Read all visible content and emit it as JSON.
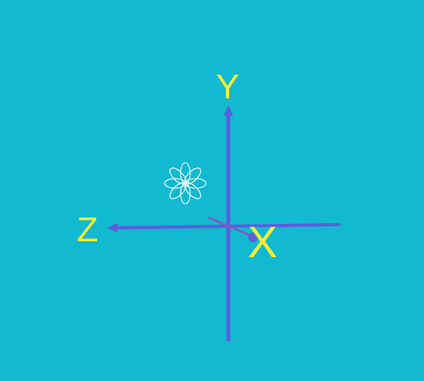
{
  "colors": {
    "background": "#13b9d0",
    "axis": "#5b5fdc",
    "x_axis_stub": "#7a5fc8",
    "label": "#f2ee3b",
    "flower": "#ffffff"
  },
  "axes": {
    "x": {
      "label": "X"
    },
    "y": {
      "label": "Y"
    },
    "z": {
      "label": "Z"
    }
  },
  "icons": {
    "flower": "eight-petal-flower-icon"
  }
}
